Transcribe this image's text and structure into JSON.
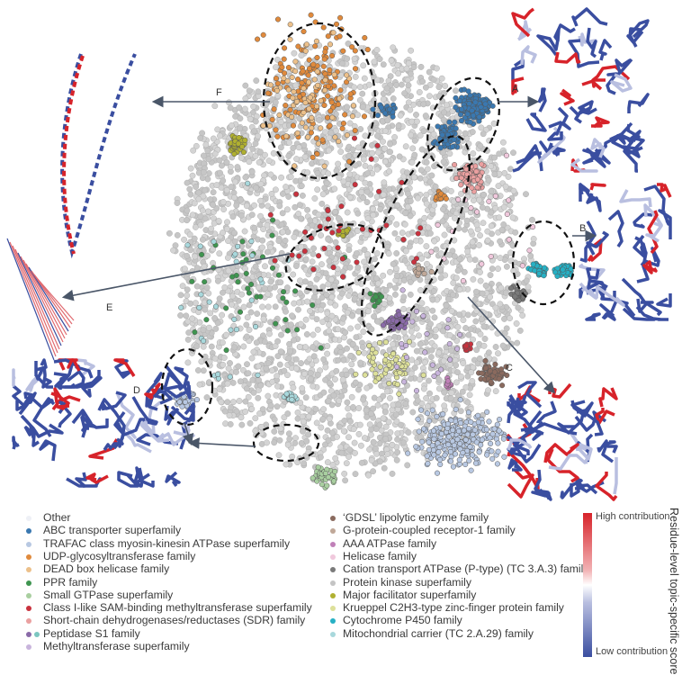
{
  "chart_data": {
    "type": "scatter",
    "title": "",
    "xlabel": "",
    "ylabel": "",
    "grid": false,
    "legend_placement": "bottom",
    "legend": [
      {
        "label": "Other",
        "color": "#eef0f6"
      },
      {
        "label": "ABC transporter superfamily",
        "color": "#3a78b0"
      },
      {
        "label": "TRAFAC class myosin-kinesin ATPase superfamily",
        "color": "#b8c8e2"
      },
      {
        "label": "UDP-glycosyltransferase family",
        "color": "#e08a3c"
      },
      {
        "label": "DEAD box helicase family",
        "color": "#ecc08a"
      },
      {
        "label": "PPR family",
        "color": "#3f9550"
      },
      {
        "label": "Small GTPase superfamily",
        "color": "#a9cfa0"
      },
      {
        "label": "Class I-like SAM-binding methyltransferase superfamily",
        "color": "#c9323e"
      },
      {
        "label": "Short-chain dehydrogenases/reductases (SDR) family",
        "color": "#eaa0a0"
      },
      {
        "label": "Peptidase S1 family",
        "color": "#8a6aa8",
        "color2": "#7cc6c0"
      },
      {
        "label": "Methyltransferase superfamily",
        "color": "#c8b4dc"
      },
      {
        "label": "‘GDSL’ lipolytic enzyme family",
        "color": "#8a6a5e"
      },
      {
        "label": "G-protein-coupled receptor-1 family",
        "color": "#c0a898"
      },
      {
        "label": "AAA ATPase family",
        "color": "#c080b8"
      },
      {
        "label": "Helicase family",
        "color": "#f0c8dc"
      },
      {
        "label": "Cation transport ATPase (P-type) (TC 3.A.3) family",
        "color": "#7a7a7a"
      },
      {
        "label": "Protein kinase superfamily",
        "color": "#c4c4c4"
      },
      {
        "label": "Major facilitator superfamily",
        "color": "#b0b030"
      },
      {
        "label": "Krueppel C2H3-type zinc-finger protein family",
        "color": "#dde09a"
      },
      {
        "label": "Cytochrome P450 family",
        "color": "#26b0c4"
      },
      {
        "label": "Mitochondrial carrier (TC 2.A.29) family",
        "color": "#a8d8dc"
      }
    ],
    "colorbar": {
      "title": "Residue-level topic-specific score",
      "high_label": "High contribution",
      "low_label": "Low contribution",
      "high_color": "#d7232a",
      "mid_color": "#ffffff",
      "low_color": "#3a4ea0"
    },
    "annotations": [
      "A",
      "B",
      "C",
      "D",
      "E",
      "F"
    ]
  }
}
